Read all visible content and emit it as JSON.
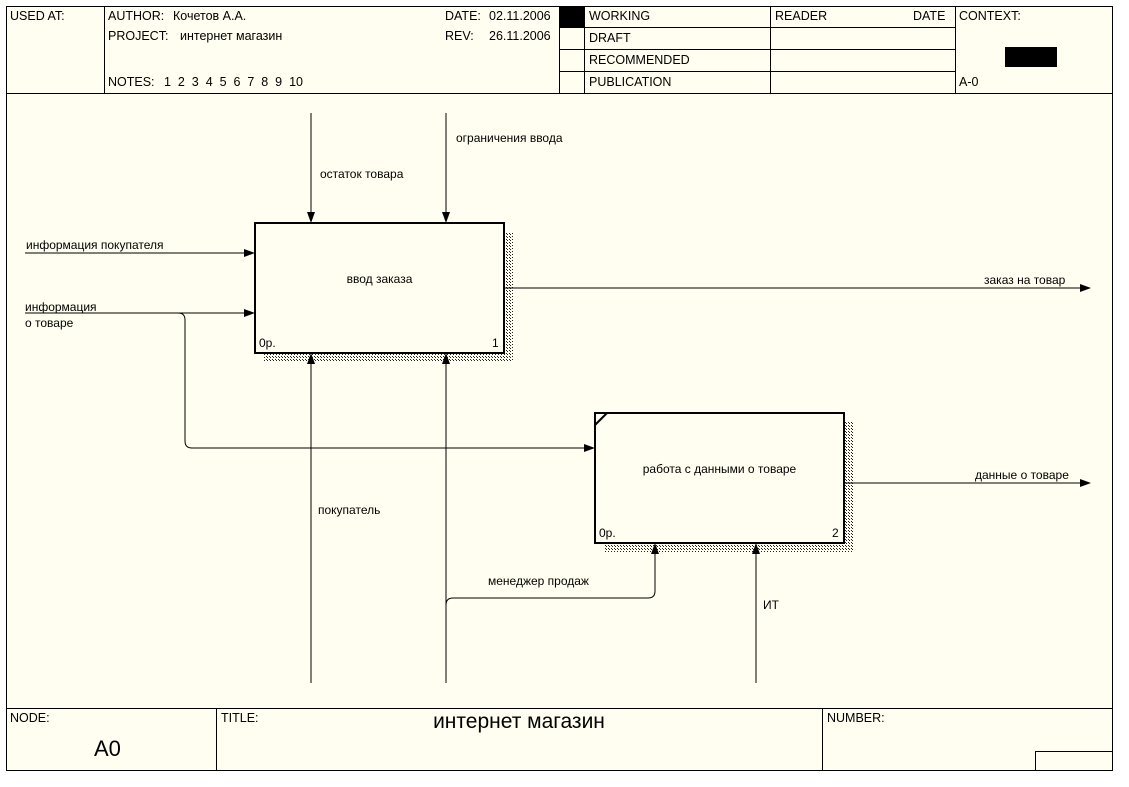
{
  "header": {
    "used_at_label": "USED AT:",
    "author_label": "AUTHOR:",
    "author_value": "Кочетов А.А.",
    "project_label": "PROJECT:",
    "project_value": "интернет магазин",
    "date_label": "DATE:",
    "date_value": "02.11.2006",
    "rev_label": "REV:",
    "rev_value": "26.11.2006",
    "notes_label": "NOTES:",
    "notes_values": "1  2  3  4  5  6  7  8  9  10",
    "status": [
      "WORKING",
      "DRAFT",
      "RECOMMENDED",
      "PUBLICATION"
    ],
    "active_status": "WORKING",
    "reader_label": "READER",
    "reader_date_label": "DATE",
    "context_label": "CONTEXT:",
    "context_node": "A-0"
  },
  "diagram": {
    "activities": [
      {
        "name": "ввод заказа",
        "corner_left": "0р.",
        "number": "1"
      },
      {
        "name": "работа с данными о товаре",
        "corner_left": "0р.",
        "number": "2"
      }
    ],
    "arrows": {
      "control_stock": "остаток товара",
      "control_input_limits": "ограничения ввода",
      "input_customer_info": "информация покупателя",
      "input_product_info_line1": "информация",
      "input_product_info_line2": "о товаре",
      "output_order": "заказ на товар",
      "output_product_data": "данные о товаре",
      "mechanism_customer": "покупатель",
      "mechanism_sales_manager": "менеджер продаж",
      "mechanism_it": "ИТ"
    }
  },
  "footer": {
    "node_label": "NODE:",
    "node_value": "A0",
    "title_label": "TITLE:",
    "title_value": "интернет магазин",
    "number_label": "NUMBER:"
  }
}
